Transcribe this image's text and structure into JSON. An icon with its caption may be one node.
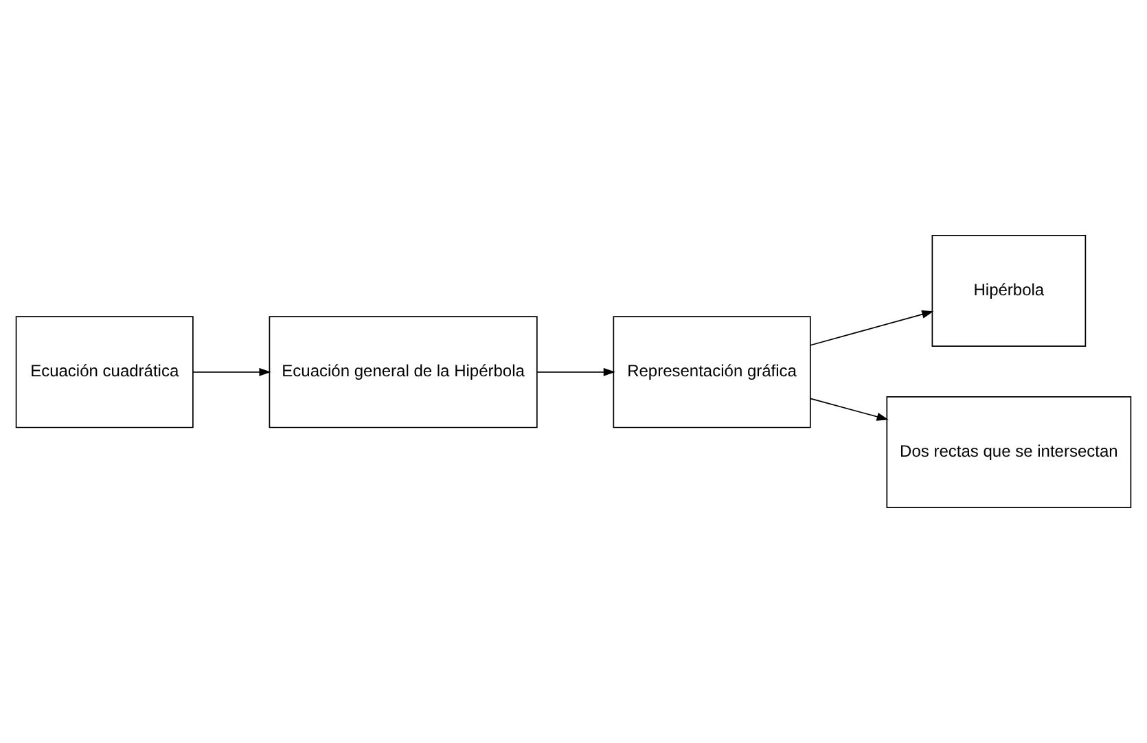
{
  "diagram": {
    "nodes": [
      {
        "text": [
          "Ecuación cuadrática"
        ]
      },
      {
        "text": [
          "Ecuación general de la Hipérbola"
        ]
      },
      {
        "text": [
          "Representación gráfica"
        ]
      },
      {
        "text": [
          "Hipérbola"
        ]
      },
      {
        "text": [
          "Dos rectas que se intersectan"
        ]
      }
    ],
    "edges": [
      {
        "from": 0,
        "to": 1,
        "arrow": "to"
      },
      {
        "from": 1,
        "to": 2,
        "arrow": "to"
      },
      {
        "from": 2,
        "to": 3,
        "arrow": "to"
      },
      {
        "from": 2,
        "to": 4,
        "arrow": "to"
      }
    ]
  }
}
